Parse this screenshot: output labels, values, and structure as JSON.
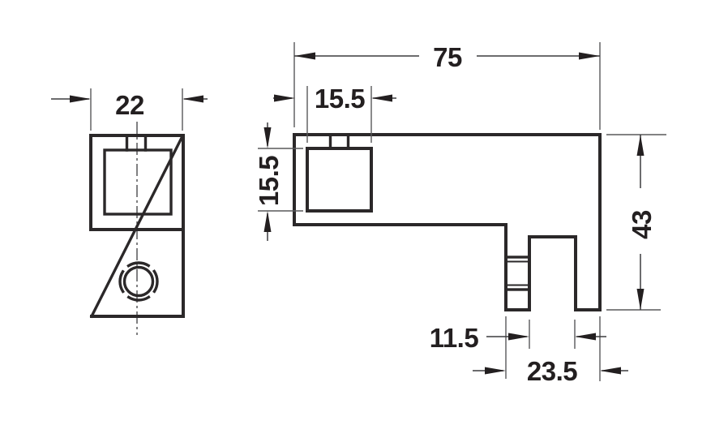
{
  "drawing": {
    "front_view": {
      "dim_width": "22"
    },
    "side_view": {
      "dim_overall_width": "75",
      "dim_boss_width": "15.5",
      "dim_boss_height": "15.5",
      "dim_overall_height": "43",
      "dim_slot_width": "11.5",
      "dim_leg_width": "23.5"
    },
    "colors": {
      "outline": "#2b2829",
      "dimension_lines": "#58585a",
      "text": "#231f20",
      "background": "#ffffff"
    }
  }
}
